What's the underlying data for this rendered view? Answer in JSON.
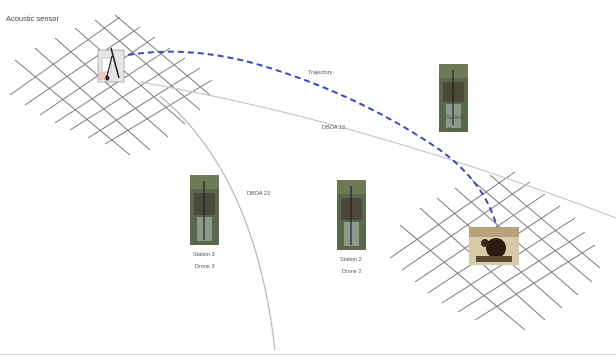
{
  "diagram": {
    "title": "Acoustic sensor",
    "trajectory_label": "Trajectory",
    "links": [
      {
        "id": "drone1",
        "label": "DBOA 13"
      },
      {
        "id": "drone2",
        "label": "DBOA 23"
      }
    ],
    "receivers": [
      {
        "id": "r1",
        "name": "Station 1",
        "sub": "Drone 1"
      },
      {
        "id": "r2",
        "name": "Station 2",
        "sub": "Drone 2"
      },
      {
        "id": "r3",
        "name": "Station 3",
        "sub": "Drone 3"
      }
    ],
    "colors": {
      "trajectory": "#3a49c2",
      "grid": "#7a7a7a",
      "link_line": "#c9c9c9",
      "photo_dark": "#4a4a3a",
      "photo_sky": "#6d7a55"
    }
  }
}
